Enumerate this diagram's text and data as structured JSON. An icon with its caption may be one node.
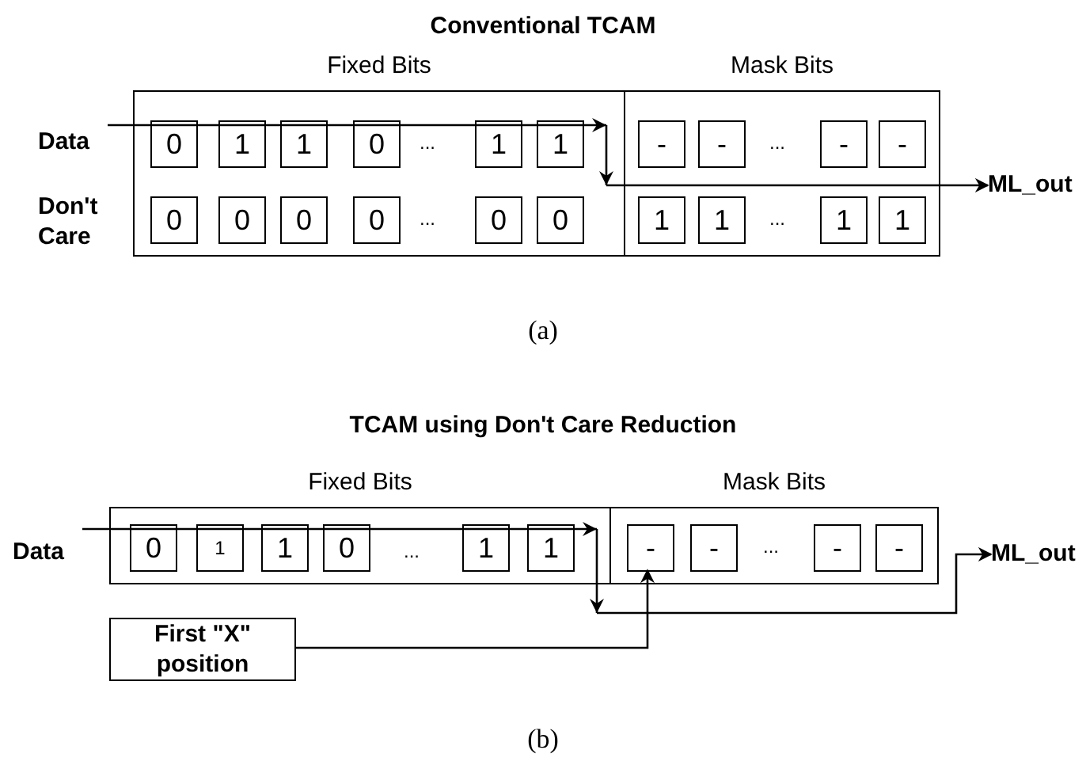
{
  "diagram": {
    "nodes": [
      {
        "text": [
          "Data"
        ]
      },
      {
        "text": [
          "Fixed Bits"
        ]
      },
      {
        "text": [
          "0"
        ],
        "in": 1
      },
      {
        "text": [
          "1"
        ],
        "in": 1
      },
      {
        "text": [
          "1"
        ],
        "in": 1
      },
      {
        "text": [
          "0"
        ],
        "in": 1
      },
      {
        "text": [
          "1"
        ],
        "in": 1
      },
      {
        "text": [
          "1"
        ],
        "in": 1
      },
      {
        "text": [
          "0"
        ],
        "in": 1
      },
      {
        "text": [
          "0"
        ],
        "in": 1
      },
      {
        "text": [
          "0"
        ],
        "in": 1
      },
      {
        "text": [
          "0"
        ],
        "in": 1
      },
      {
        "text": [
          "0"
        ],
        "in": 1
      },
      {
        "text": [
          "0"
        ],
        "in": 1
      },
      {
        "text": [
          "Mask Bits"
        ]
      },
      {
        "text": [
          "-"
        ],
        "in": 14
      },
      {
        "text": [
          "-"
        ],
        "in": 14
      },
      {
        "text": [
          "-"
        ],
        "in": 14
      },
      {
        "text": [
          "-"
        ],
        "in": 14
      },
      {
        "text": [
          "1"
        ],
        "in": 14
      },
      {
        "text": [
          "1"
        ],
        "in": 14
      },
      {
        "text": [
          "1"
        ],
        "in": 14
      },
      {
        "text": [
          "1"
        ],
        "in": 14
      },
      {
        "text": [
          "Don't Care"
        ]
      },
      {
        "text": [
          "ML_out"
        ]
      },
      {
        "text": [
          "Data"
        ]
      },
      {
        "text": [
          "Fixed Bits"
        ]
      },
      {
        "text": [
          "0"
        ],
        "in": 26
      },
      {
        "text": [
          "1"
        ],
        "in": 26
      },
      {
        "text": [
          "1"
        ],
        "in": 26
      },
      {
        "text": [
          "0"
        ],
        "in": 26
      },
      {
        "text": [
          "1"
        ],
        "in": 26
      },
      {
        "text": [
          "1"
        ],
        "in": 26
      },
      {
        "text": [
          "Mask Bits"
        ]
      },
      {
        "text": [
          "-"
        ],
        "in": 33
      },
      {
        "text": [
          "-"
        ],
        "in": 33
      },
      {
        "text": [
          "-"
        ],
        "in": 33
      },
      {
        "text": [
          "-"
        ],
        "in": 33
      },
      {
        "text": [
          "ML_out"
        ]
      },
      {
        "text": [
          "First \"X\" position"
        ]
      }
    ],
    "edges": [
      {
        "from": 0,
        "to": 24,
        "arrow": "to"
      },
      {
        "from": 25,
        "to": 38,
        "arrow": "to"
      },
      {
        "from": 39,
        "to": 34,
        "arrow": "to"
      }
    ],
    "labels": [
      "Conventional TCAM",
      "...",
      "...",
      "...",
      "...",
      "(a)",
      "TCAM using Don't Care Reduction",
      "...",
      "...",
      "(b)"
    ]
  }
}
